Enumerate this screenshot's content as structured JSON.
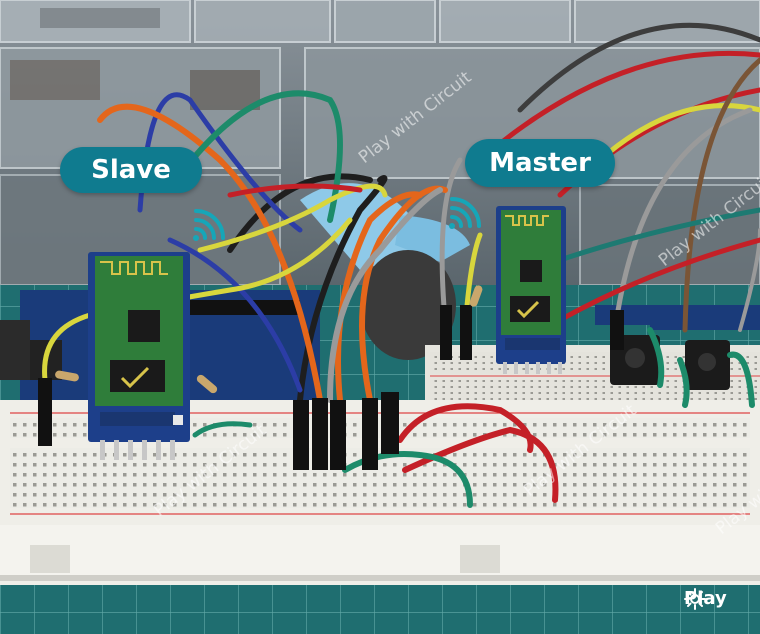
{
  "image": {
    "labels": {
      "slave": "Slave",
      "master": "Master"
    },
    "watermark_text": "Play with Circuit",
    "brand_text": "Play",
    "icons": [
      "bluetooth-signal-icon",
      "circuit-logo-icon"
    ],
    "colors": {
      "label_pill": "#0f7b8f",
      "breadboard": "#ecece6",
      "cutting_mat": "#1f6e70",
      "module_pcb": "#1d3f8a",
      "bluetooth_daughterboard": "#2f7d3a",
      "signal_icon": "#16a6b8"
    }
  }
}
